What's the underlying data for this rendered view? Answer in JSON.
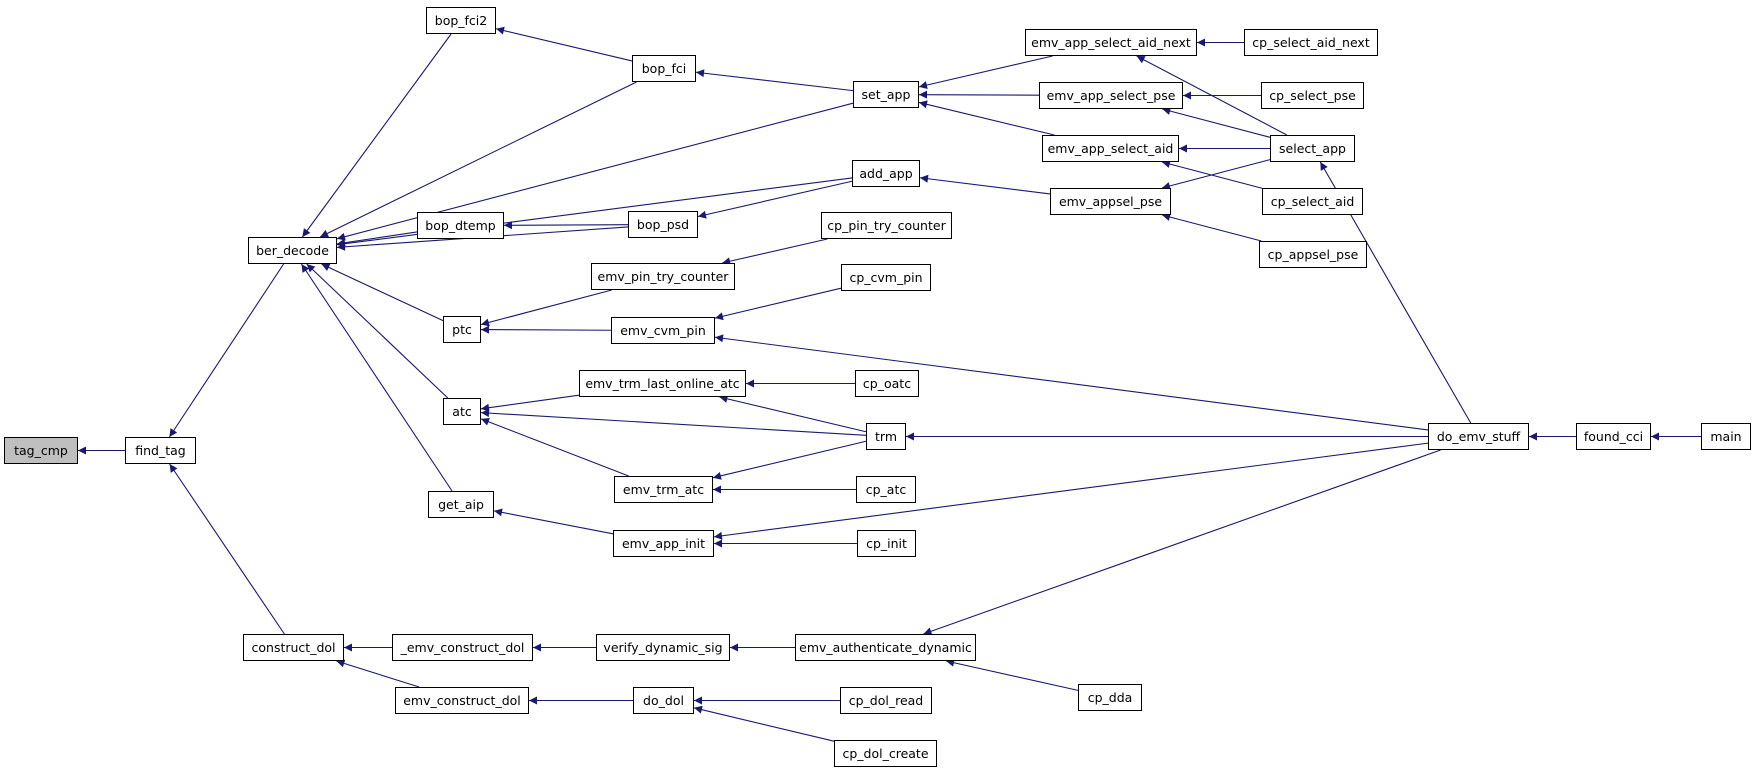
{
  "colors": {
    "edge": "#191970",
    "node_border": "#000000",
    "focus_fill": "#bfbfbf",
    "background": "#ffffff"
  },
  "nodes": {
    "tag_cmp": "tag_cmp",
    "find_tag": "find_tag",
    "ber_decode": "ber_decode",
    "construct_dol": "construct_dol",
    "bop_fci2": "bop_fci2",
    "bop_fci": "bop_fci",
    "set_app": "set_app",
    "bop_dtemp": "bop_dtemp",
    "bop_psd": "bop_psd",
    "add_app": "add_app",
    "ptc": "ptc",
    "atc": "atc",
    "get_aip": "get_aip",
    "emv_pin_try_counter": "emv_pin_try_counter",
    "emv_cvm_pin": "emv_cvm_pin",
    "emv_trm_last_online_atc": "emv_trm_last_online_atc",
    "emv_trm_atc": "emv_trm_atc",
    "emv_app_init": "emv_app_init",
    "_emv_construct_dol": "_emv_construct_dol",
    "emv_construct_dol": "emv_construct_dol",
    "verify_dynamic_sig": "verify_dynamic_sig",
    "do_dol": "do_dol",
    "emv_app_select_aid_next": "emv_app_select_aid_next",
    "emv_app_select_pse": "emv_app_select_pse",
    "emv_app_select_aid": "emv_app_select_aid",
    "emv_appsel_pse": "emv_appsel_pse",
    "cp_pin_try_counter": "cp_pin_try_counter",
    "cp_cvm_pin": "cp_cvm_pin",
    "cp_oatc": "cp_oatc",
    "trm": "trm",
    "cp_atc": "cp_atc",
    "cp_init": "cp_init",
    "emv_authenticate_dynamic": "emv_authenticate_dynamic",
    "cp_dol_read": "cp_dol_read",
    "cp_dol_create": "cp_dol_create",
    "cp_dda": "cp_dda",
    "cp_select_aid_next": "cp_select_aid_next",
    "cp_select_pse": "cp_select_pse",
    "select_app": "select_app",
    "cp_select_aid": "cp_select_aid",
    "cp_appsel_pse": "cp_appsel_pse",
    "do_emv_stuff": "do_emv_stuff",
    "found_cci": "found_cci",
    "main": "main"
  },
  "edges": [
    [
      "find_tag",
      "tag_cmp"
    ],
    [
      "ber_decode",
      "find_tag"
    ],
    [
      "construct_dol",
      "find_tag"
    ],
    [
      "bop_fci2",
      "ber_decode"
    ],
    [
      "bop_fci",
      "ber_decode"
    ],
    [
      "set_app",
      "ber_decode"
    ],
    [
      "add_app",
      "ber_decode"
    ],
    [
      "bop_dtemp",
      "ber_decode"
    ],
    [
      "bop_psd",
      "ber_decode"
    ],
    [
      "ptc",
      "ber_decode"
    ],
    [
      "atc",
      "ber_decode"
    ],
    [
      "get_aip",
      "ber_decode"
    ],
    [
      "bop_fci",
      "bop_fci2"
    ],
    [
      "set_app",
      "bop_fci"
    ],
    [
      "bop_psd",
      "bop_dtemp"
    ],
    [
      "add_app",
      "bop_psd"
    ],
    [
      "emv_pin_try_counter",
      "ptc"
    ],
    [
      "emv_cvm_pin",
      "ptc"
    ],
    [
      "emv_trm_last_online_atc",
      "atc"
    ],
    [
      "trm",
      "atc"
    ],
    [
      "emv_trm_atc",
      "atc"
    ],
    [
      "emv_app_init",
      "get_aip"
    ],
    [
      "_emv_construct_dol",
      "construct_dol"
    ],
    [
      "emv_construct_dol",
      "construct_dol"
    ],
    [
      "verify_dynamic_sig",
      "_emv_construct_dol"
    ],
    [
      "do_dol",
      "emv_construct_dol"
    ],
    [
      "emv_app_select_aid_next",
      "set_app"
    ],
    [
      "emv_app_select_pse",
      "set_app"
    ],
    [
      "emv_app_select_aid",
      "set_app"
    ],
    [
      "emv_appsel_pse",
      "add_app"
    ],
    [
      "cp_pin_try_counter",
      "emv_pin_try_counter"
    ],
    [
      "cp_cvm_pin",
      "emv_cvm_pin"
    ],
    [
      "do_emv_stuff",
      "emv_cvm_pin"
    ],
    [
      "cp_oatc",
      "emv_trm_last_online_atc"
    ],
    [
      "trm",
      "emv_trm_last_online_atc"
    ],
    [
      "trm",
      "emv_trm_atc"
    ],
    [
      "cp_atc",
      "emv_trm_atc"
    ],
    [
      "cp_init",
      "emv_app_init"
    ],
    [
      "do_emv_stuff",
      "emv_app_init"
    ],
    [
      "emv_authenticate_dynamic",
      "verify_dynamic_sig"
    ],
    [
      "cp_dol_read",
      "do_dol"
    ],
    [
      "cp_dol_create",
      "do_dol"
    ],
    [
      "do_emv_stuff",
      "trm"
    ],
    [
      "cp_dda",
      "emv_authenticate_dynamic"
    ],
    [
      "do_emv_stuff",
      "emv_authenticate_dynamic"
    ],
    [
      "cp_select_aid_next",
      "emv_app_select_aid_next"
    ],
    [
      "select_app",
      "emv_app_select_aid_next"
    ],
    [
      "cp_select_pse",
      "emv_app_select_pse"
    ],
    [
      "select_app",
      "emv_app_select_pse"
    ],
    [
      "select_app",
      "emv_app_select_aid"
    ],
    [
      "cp_select_aid",
      "emv_app_select_aid"
    ],
    [
      "select_app",
      "emv_appsel_pse"
    ],
    [
      "cp_appsel_pse",
      "emv_appsel_pse"
    ],
    [
      "do_emv_stuff",
      "select_app"
    ],
    [
      "found_cci",
      "do_emv_stuff"
    ],
    [
      "main",
      "found_cci"
    ]
  ]
}
